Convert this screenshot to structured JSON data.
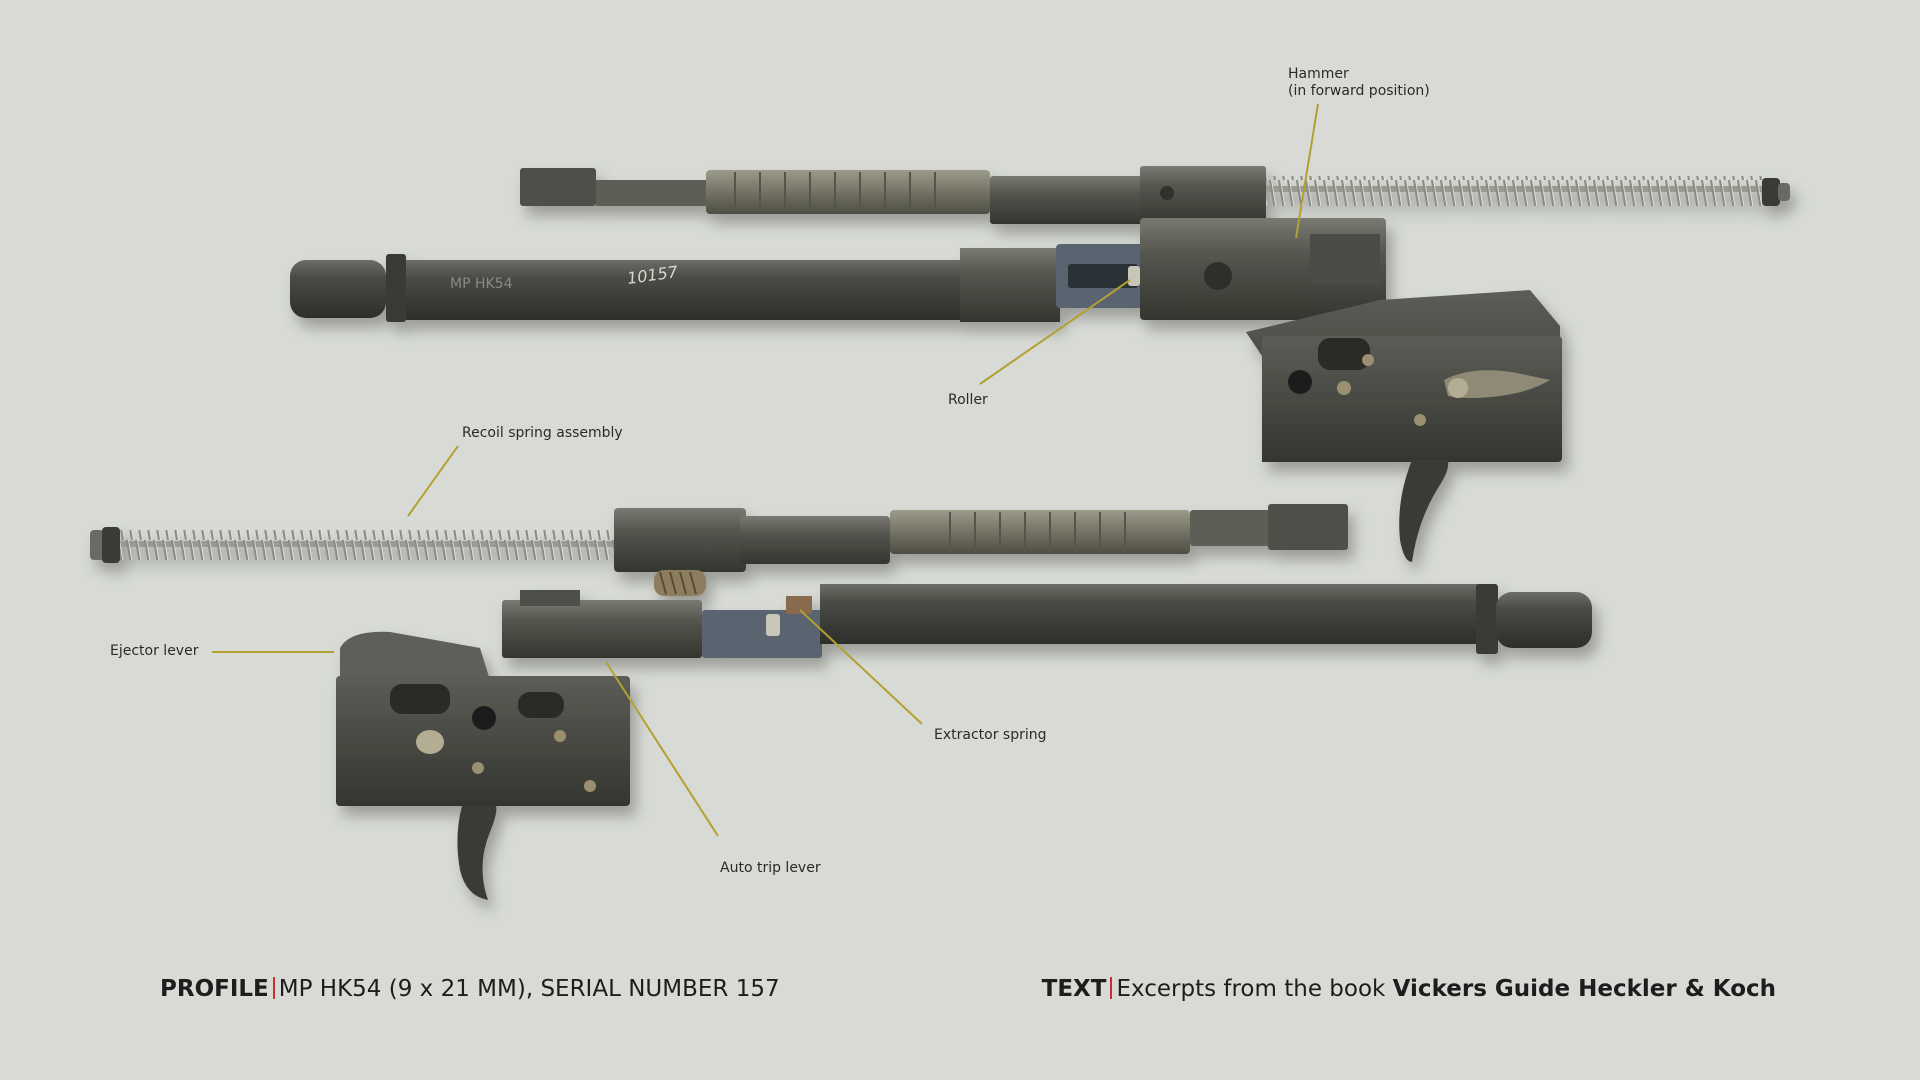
{
  "callouts": {
    "hammer": {
      "line1": "Hammer",
      "line2": "(in forward position)"
    },
    "roller": "Roller",
    "recoil_spring": "Recoil spring assembly",
    "ejector_lever": "Ejector lever",
    "extractor_spring": "Extractor spring",
    "auto_trip_lever": "Auto trip lever"
  },
  "markings": {
    "serial": "10157",
    "barrel_stamp": "MP HK54"
  },
  "footer": {
    "profile_label": "PROFILE",
    "profile_text": "MP HK54 (9 x 21 MM), SERIAL NUMBER 157",
    "text_label": "TEXT",
    "text_prefix": "Excerpts from the book ",
    "book_title": "Vickers Guide Heckler & Koch"
  },
  "colors": {
    "background": "#d8dbd5",
    "leader_line": "#b3a033",
    "separator": "#c9302c"
  }
}
